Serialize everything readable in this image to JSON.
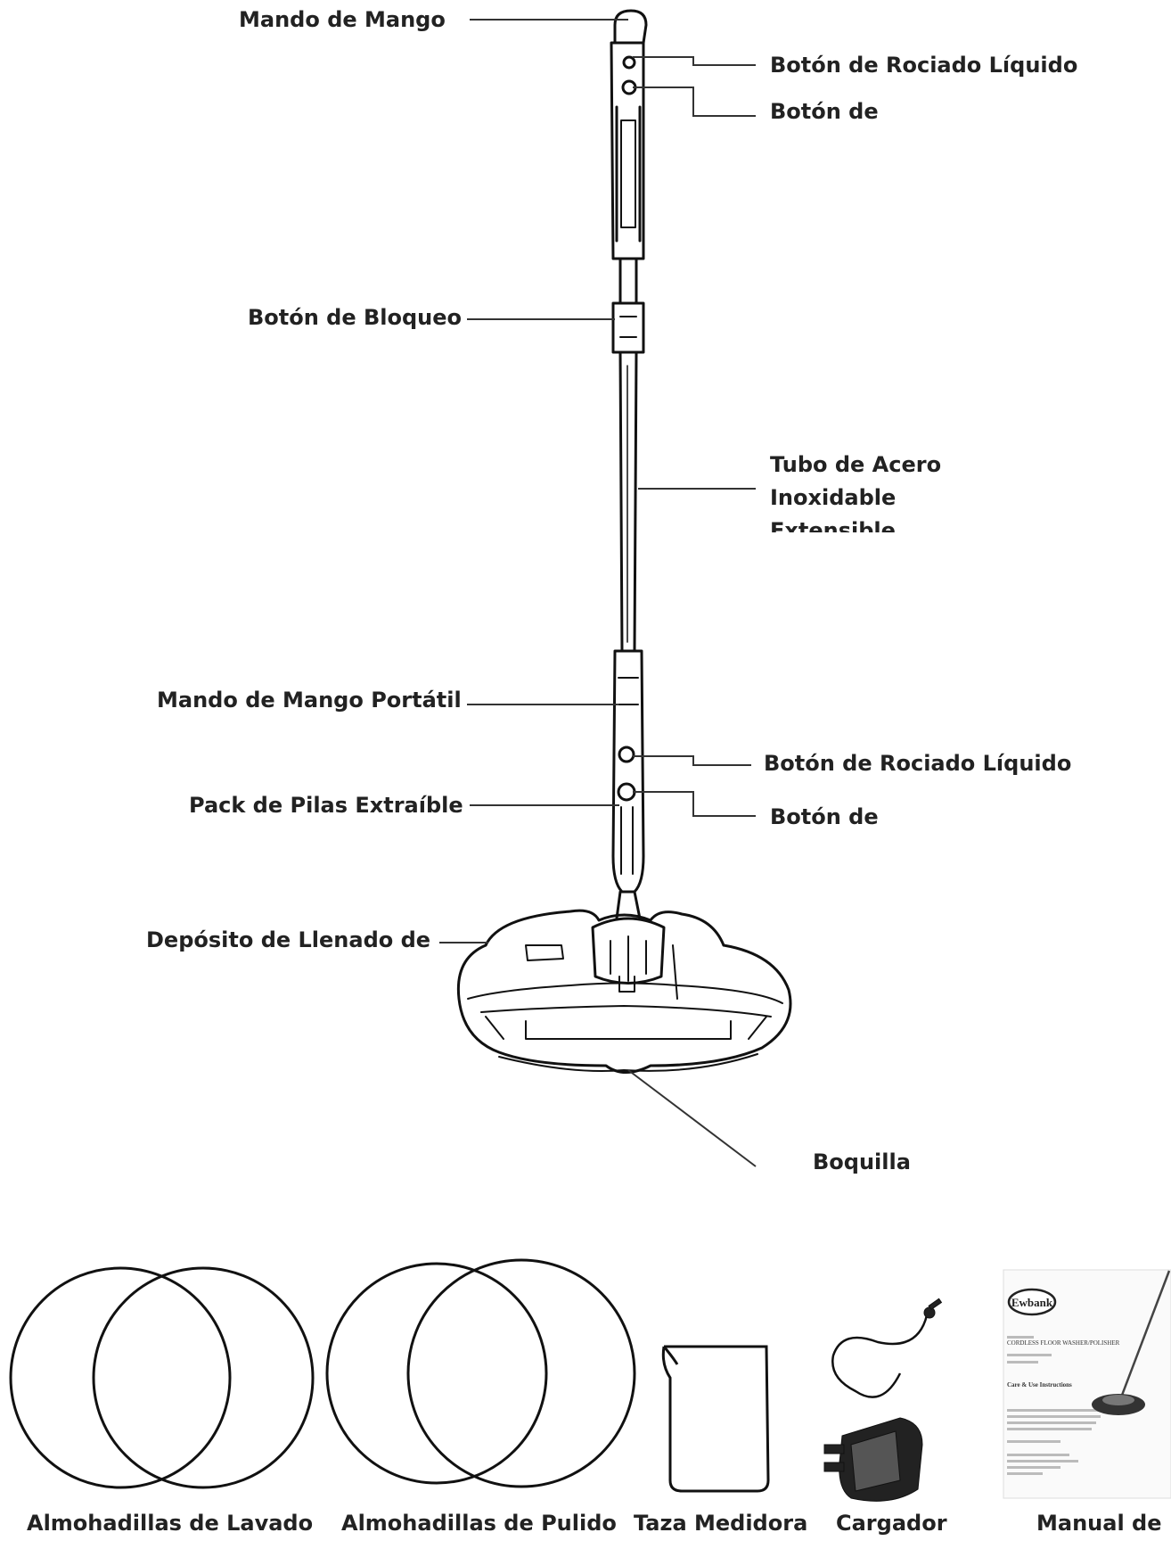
{
  "labels": {
    "mando_mango": "Mando de Mango",
    "boton_rociado_1": "Botón de Rociado Líquido",
    "boton_de_1": "Botón de",
    "boton_bloqueo": "Botón de Bloqueo",
    "tubo_line1": "Tubo de Acero",
    "tubo_line2": "Inoxidable",
    "tubo_line3": "Extensible",
    "mando_portatil": "Mando de Mango Portátil",
    "boton_rociado_2": "Botón de Rociado Líquido",
    "pack_pilas": "Pack de Pilas Extraíble",
    "boton_de_2": "Botón de",
    "deposito": "Depósito de Llenado de",
    "boquilla": "Boquilla"
  },
  "accessories": {
    "lavado": "Almohadillas de Lavado",
    "pulido": "Almohadillas de Pulido",
    "taza": "Taza Medidora",
    "cargador": "Cargador",
    "manual": "Manual de"
  },
  "manual_cover": {
    "logo": "Ewbank",
    "title": "CORDLESS FLOOR WASHER/POLISHER",
    "subtitle": "Care & Use Instructions"
  },
  "colors": {
    "ink": "#222222",
    "background": "#ffffff"
  }
}
